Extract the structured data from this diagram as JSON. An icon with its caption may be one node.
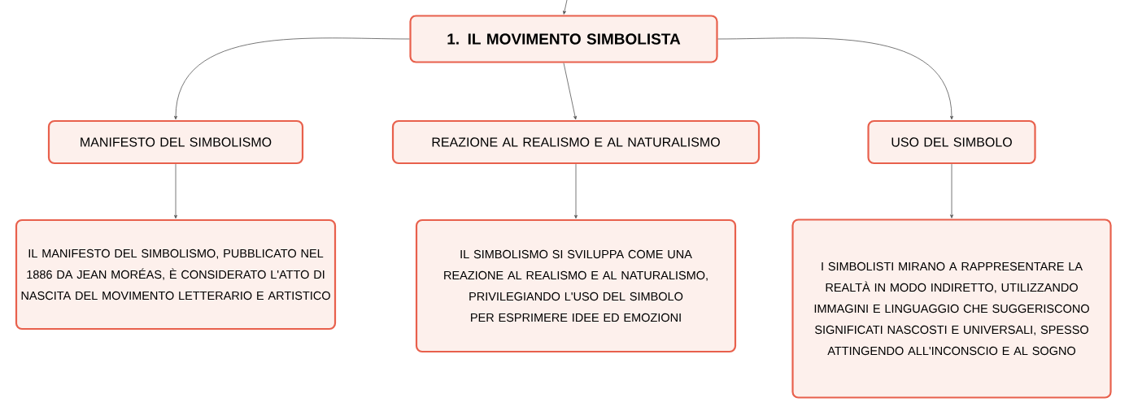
{
  "diagram": {
    "nodes": [
      {
        "text": [
          "1. IL MOVIMENTO SIMBOLISTA"
        ]
      },
      {
        "text": [
          "MANIFESTO DEL SIMBOLISMO"
        ]
      },
      {
        "text": [
          "REAZIONE AL REALISMO E AL NATURALISMO"
        ]
      },
      {
        "text": [
          "USO DEL SIMBOLO"
        ]
      },
      {
        "text": [
          "IL MANIFESTO DEL SIMBOLISMO, PUBBLICATO NEL 1886 DA JEAN MORÉAS, È CONSIDERATO L'ATTO DI NASCITA DEL MOVIMENTO LETTERARIO E ARTISTICO"
        ]
      },
      {
        "text": [
          "IL SIMBOLISMO SI SVILUPPA COME UNA REAZIONE AL REALISMO E AL NATURALISMO, PRIVILEGIANDO L'USO DEL SIMBOLO PER ESPRIMERE IDEE ED EMOZIONI"
        ]
      },
      {
        "text": [
          "I SIMBOLISTI MIRANO A RAPPRESENTARE LA REALTÀ IN MODO INDIRETTO, UTILIZZANDO IMMAGINI E LINGUAGGIO CHE SUGGERISCONO SIGNIFICATI NASCOSTI E UNIVERSALI, SPESSO ATTINGENDO ALL'INCONSCIO E AL SOGNO"
        ]
      }
    ],
    "edges": [
      {
        "from": null,
        "to": 0,
        "arrow": "to"
      },
      {
        "from": 0,
        "to": 1,
        "arrow": "to"
      },
      {
        "from": 0,
        "to": 2,
        "arrow": "to"
      },
      {
        "from": 0,
        "to": 3,
        "arrow": "to"
      },
      {
        "from": 1,
        "to": 4,
        "arrow": "to"
      },
      {
        "from": 2,
        "to": 5,
        "arrow": "to"
      },
      {
        "from": 3,
        "to": 6,
        "arrow": "to"
      }
    ]
  }
}
